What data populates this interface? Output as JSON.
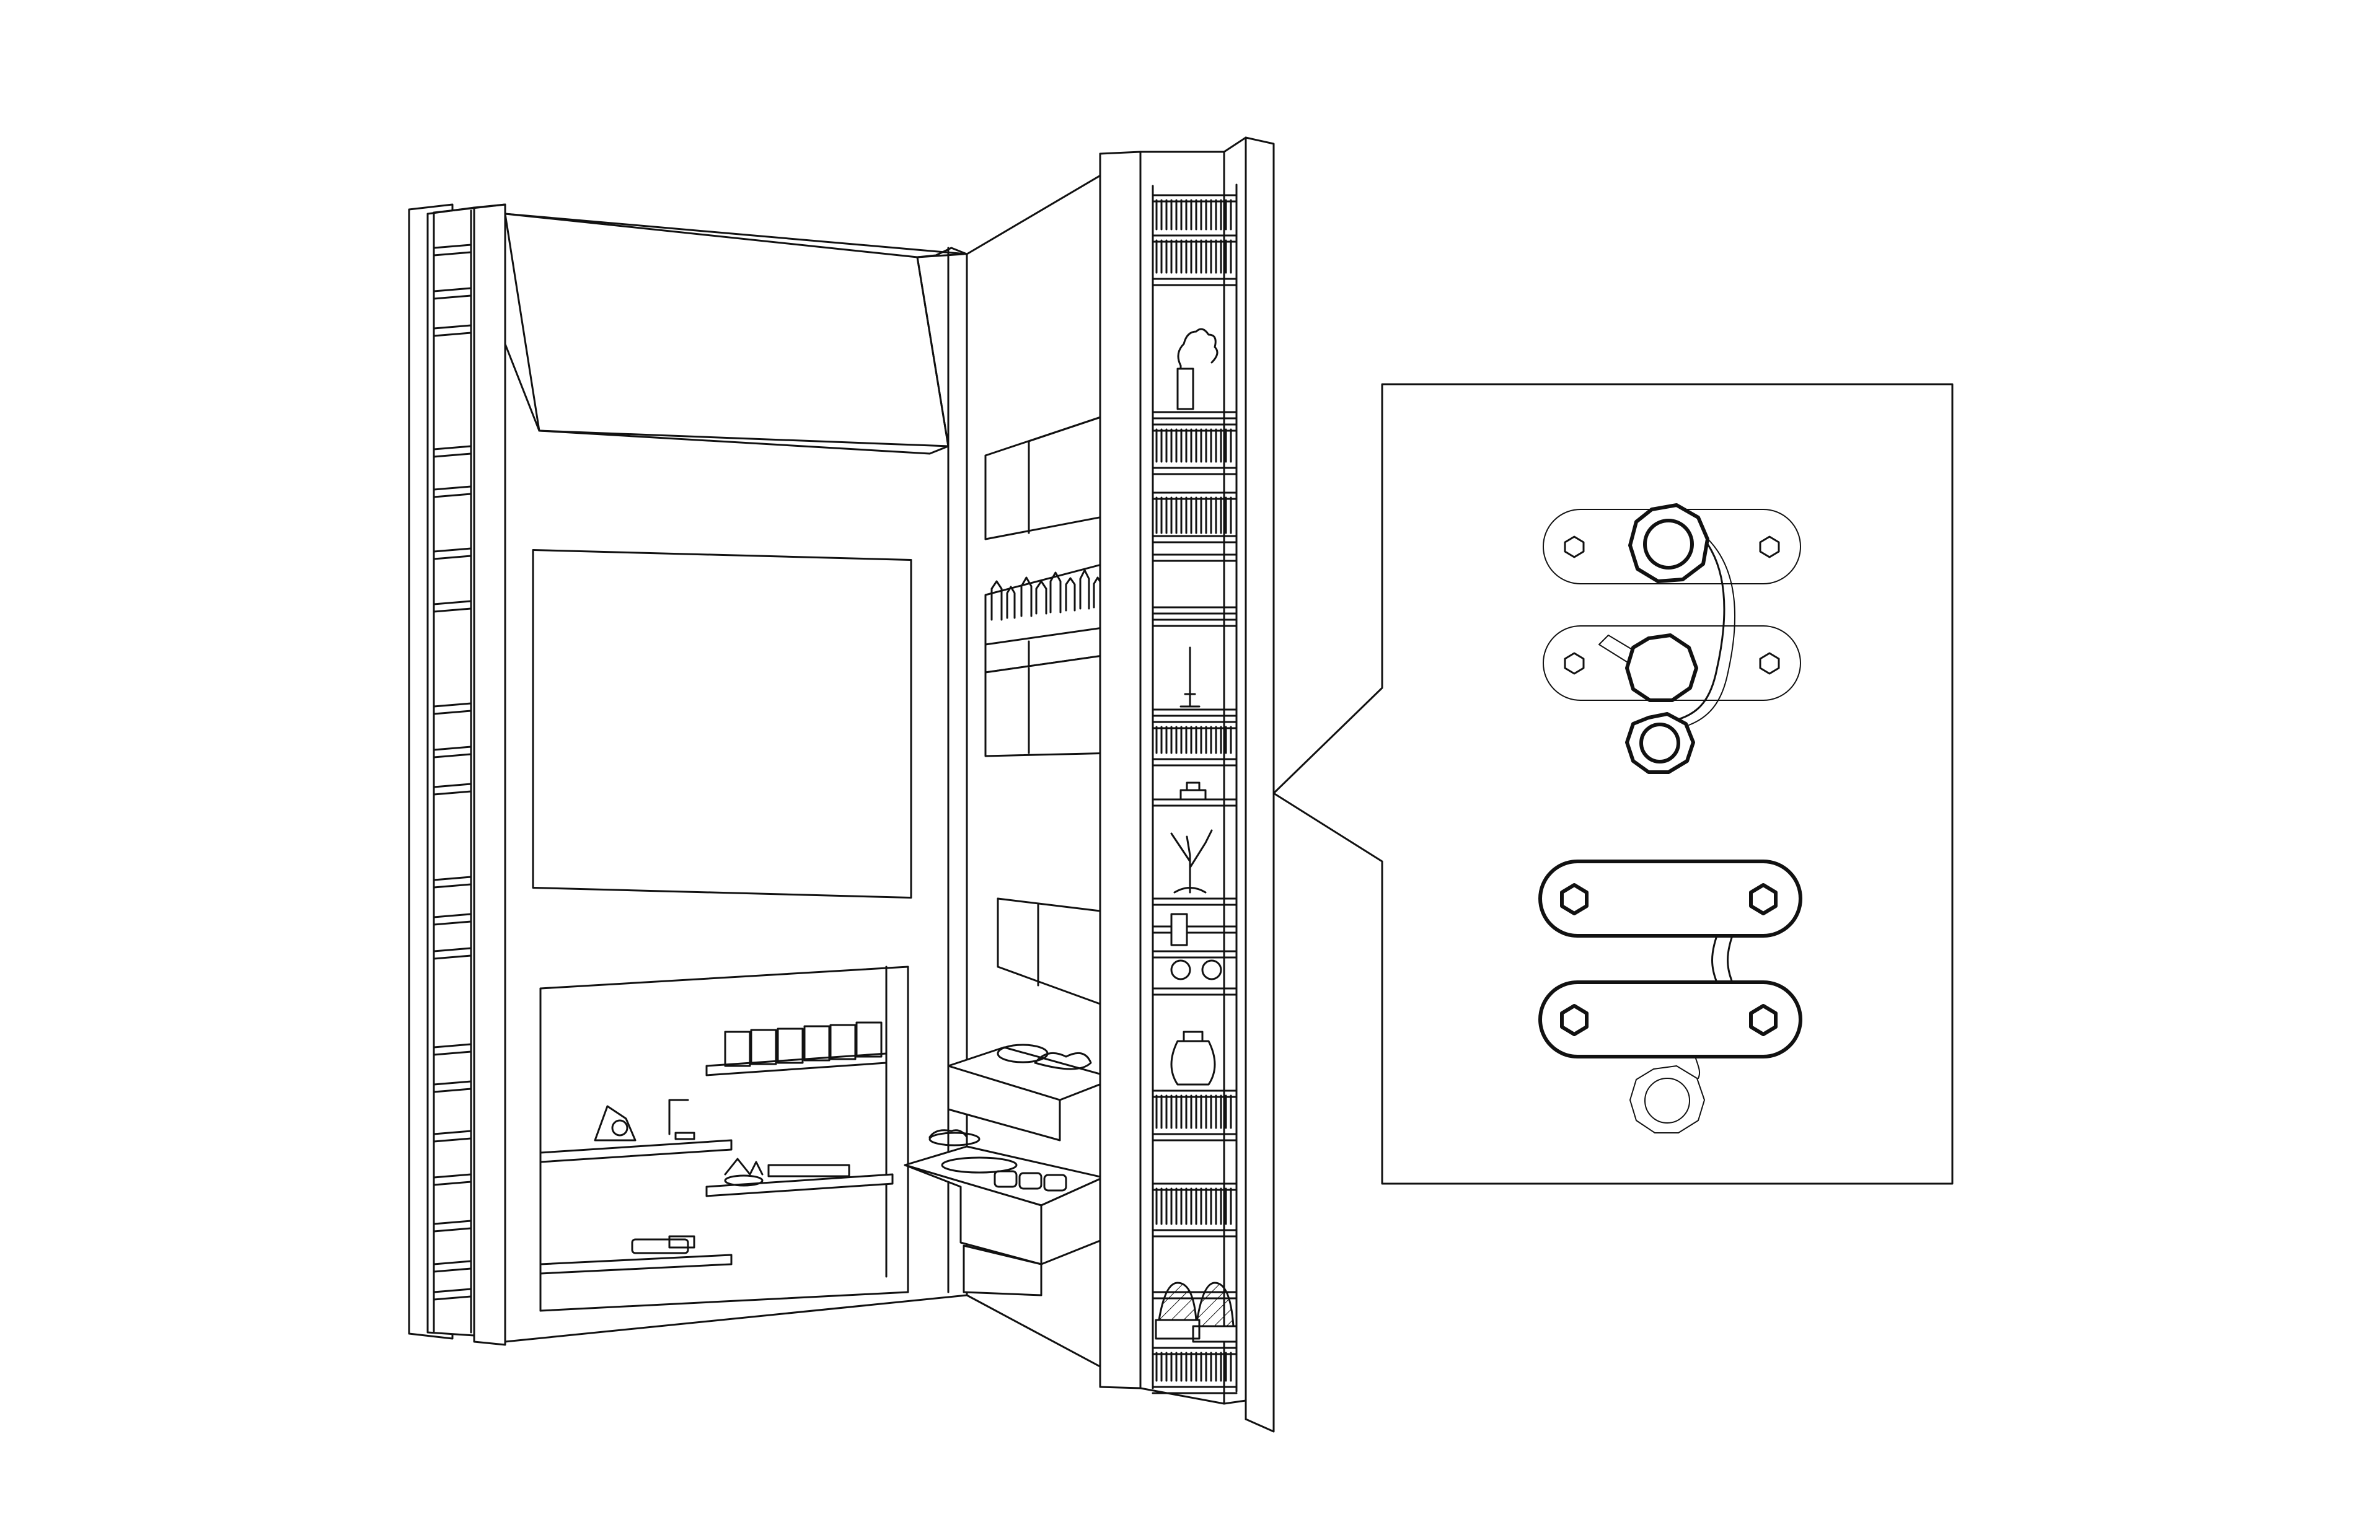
{
  "colors": {
    "background": "#ffffff",
    "line": "#111111",
    "fill": "#ffffff"
  },
  "figure": {
    "main_view": "cabinet-with-bookshelves",
    "detail_view": "hinge-detail",
    "hinge_states": [
      "closed-offset-pivot",
      "open-linked-plates"
    ]
  }
}
